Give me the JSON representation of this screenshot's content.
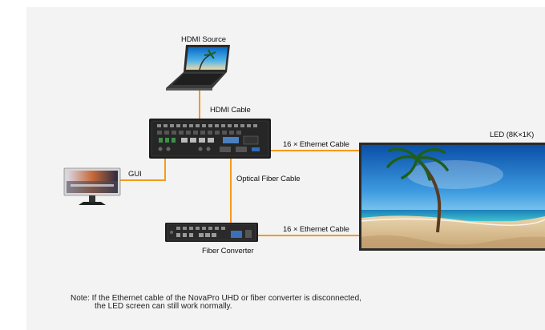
{
  "diagram": {
    "labels": {
      "hdmi_source": "HDMI Source",
      "hdmi_cable": "HDMI Cable",
      "gui": "GUI",
      "optical_fiber_cable": "Optical Fiber Cable",
      "ethernet_cable_top": "16 × Ethernet Cable",
      "ethernet_cable_bottom": "16 × Ethernet Cable",
      "fiber_converter": "Fiber Converter",
      "led_screen": "LED (8K×1K)"
    },
    "note": {
      "line1": "Note: If the Ethernet cable of the NovaPro UHD or fiber converter is disconnected,",
      "line2": "the LED screen can still work normally."
    },
    "colors": {
      "cable": "#f59a1b",
      "panel_background": "#f3f3f3",
      "device": "#1c1c1c"
    },
    "icons": {
      "hdmi_source": "laptop-icon",
      "controller": "novapro-uhd-controller-icon",
      "gui": "monitor-icon",
      "converter": "fiber-converter-icon",
      "led": "led-screen-icon"
    }
  }
}
